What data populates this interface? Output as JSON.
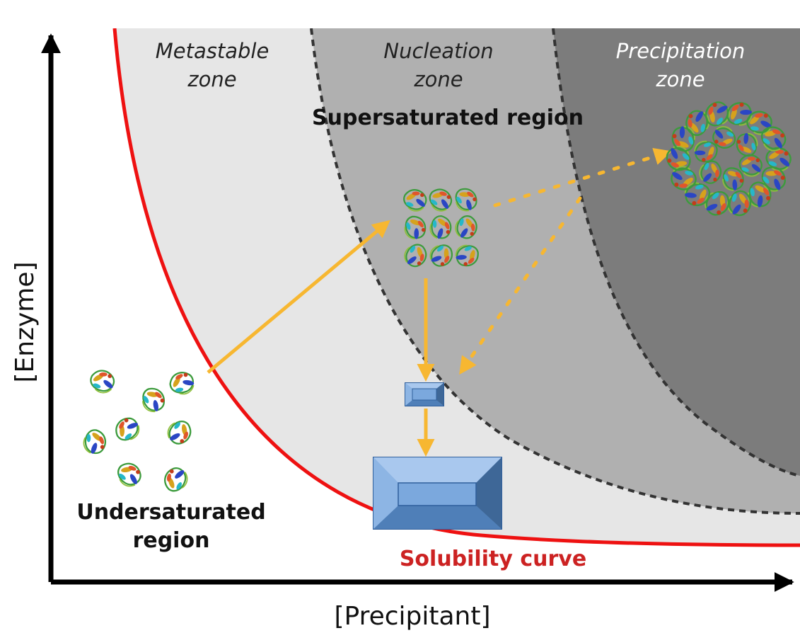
{
  "axes": {
    "x_label": "[Precipitant]",
    "y_label": "[Enzyme]"
  },
  "zones": {
    "metastable": {
      "line1": "Metastable",
      "line2": "zone"
    },
    "nucleation": {
      "line1": "Nucleation",
      "line2": "zone"
    },
    "precipitation": {
      "line1": "Precipitation",
      "line2": "zone"
    }
  },
  "regions": {
    "supersaturated": "Supersaturated region",
    "undersaturated": {
      "line1": "Undersaturated",
      "line2": "region"
    }
  },
  "curves": {
    "solubility": "Solubility curve"
  },
  "colors": {
    "solubility_curve": "#ee1111",
    "solubility_label": "#cc2222",
    "arrow": "#f7b731",
    "metastable_fill": "#e6e6e6",
    "nucleation_fill": "#b0b0b0",
    "precipitation_fill": "#7c7c7c",
    "crystal_fill": "#6f9fd6",
    "crystal_stroke": "#2f5f9c"
  },
  "icons": {
    "molecule": "protein-molecule-icon",
    "nucleus": "nucleus-cluster-icon",
    "precipitate": "amorphous-precipitate-icon",
    "small_crystal": "small-crystal-icon",
    "large_crystal": "large-crystal-icon"
  }
}
